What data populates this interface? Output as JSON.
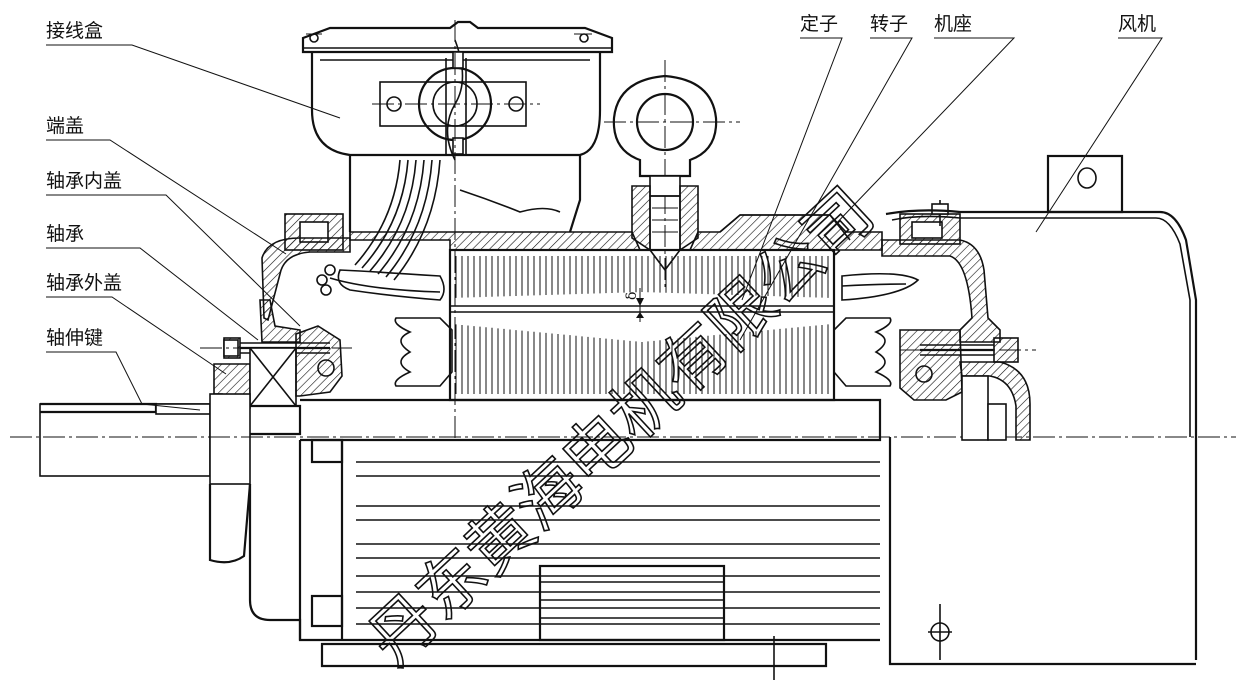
{
  "labels": {
    "junction_box": "接线盒",
    "end_cover": "端盖",
    "bearing_inner_cover": "轴承内盖",
    "bearing": "轴承",
    "bearing_outer_cover": "轴承外盖",
    "shaft_key": "轴伸键",
    "stator": "定子",
    "rotor": "转子",
    "frame": "机座",
    "fan": "风机"
  },
  "gap_symbol": "δ",
  "watermark": "丹东黄海电机有限公司"
}
